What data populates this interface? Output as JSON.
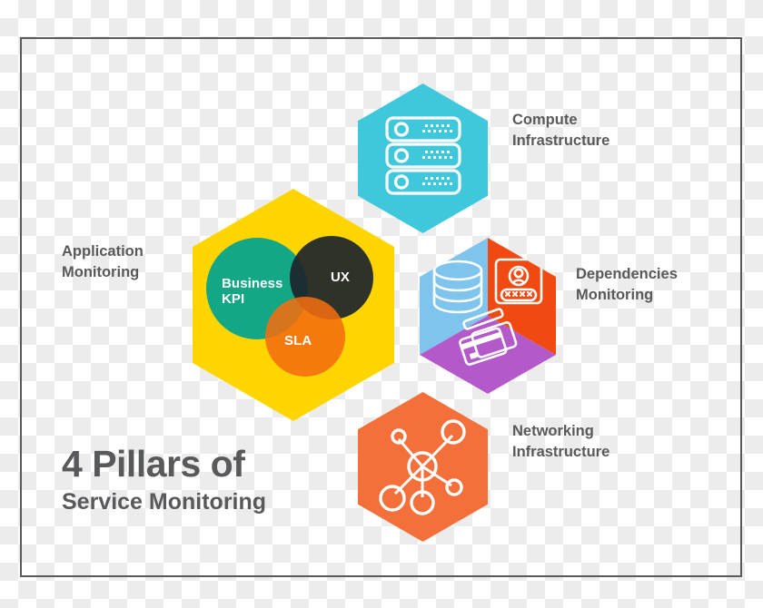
{
  "title": {
    "main": "4 Pillars of",
    "sub": "Service Monitoring"
  },
  "pillars": [
    {
      "id": "compute",
      "label": "Compute\nInfrastructure",
      "icon": "server-rack-icon",
      "color": "#3FC8DC"
    },
    {
      "id": "dependencies",
      "label": "Dependencies\nMonitoring",
      "icons": [
        "database-icon",
        "login-card-icon",
        "credit-cards-icon"
      ],
      "colors": [
        "#7FC4ED",
        "#F04A12",
        "#B359C9"
      ]
    },
    {
      "id": "networking",
      "label": "Networking\nInfrastructure",
      "icon": "network-nodes-icon",
      "color": "#F4703A"
    },
    {
      "id": "application",
      "label": "Application\nMonitoring",
      "color": "#FFD500"
    }
  ],
  "venn": {
    "circles": [
      {
        "id": "kpi",
        "label": "Business\nKPI",
        "color": "#00A391"
      },
      {
        "id": "ux",
        "label": "UX",
        "color": "#1D242B"
      },
      {
        "id": "sla",
        "label": "SLA",
        "color": "#F36D10"
      }
    ]
  }
}
